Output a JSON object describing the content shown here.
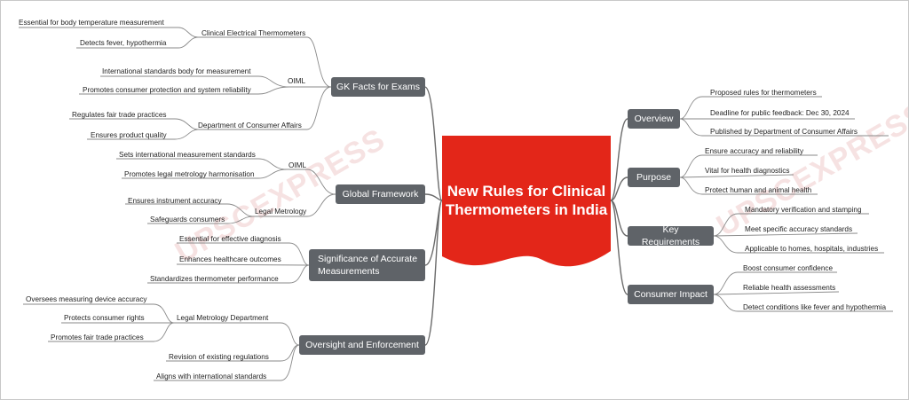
{
  "root": {
    "title": "New Rules for Clinical Thermometers in India",
    "fill": "#e32619"
  },
  "watermark": "UPSCEXPRESS",
  "branch_color": "#5f6368",
  "line_color": "#6b6b6b",
  "left": {
    "gk": {
      "label": "GK Facts for Exams",
      "sub1": {
        "label": "Clinical Electrical Thermometers",
        "leaves": [
          "Essential for body temperature measurement",
          "Detects fever, hypothermia"
        ]
      },
      "sub2": {
        "label": "OIML",
        "leaves": [
          "International standards body for measurement",
          "Promotes consumer protection and system reliability"
        ]
      },
      "sub3": {
        "label": "Department of Consumer Affairs",
        "leaves": [
          "Regulates fair trade practices",
          "Ensures product quality"
        ]
      }
    },
    "global": {
      "label": "Global Framework",
      "sub1": {
        "label": "OIML",
        "leaves": [
          "Sets international measurement standards",
          "Promotes legal metrology harmonisation"
        ]
      },
      "sub2": {
        "label": "Legal Metrology",
        "leaves": [
          "Ensures instrument accuracy",
          "Safeguards consumers"
        ]
      }
    },
    "significance": {
      "label": "Significance of Accurate Measurements",
      "leaves": [
        "Essential for effective diagnosis",
        "Enhances healthcare outcomes",
        "Standardizes thermometer performance"
      ]
    },
    "oversight": {
      "label": "Oversight and Enforcement",
      "sub1": {
        "label": "Legal Metrology Department",
        "leaves": [
          "Oversees measuring device accuracy",
          "Protects consumer rights",
          "Promotes fair trade practices"
        ]
      },
      "leaves": [
        "Revision of existing regulations",
        "Aligns with international standards"
      ]
    }
  },
  "right": {
    "overview": {
      "label": "Overview",
      "leaves": [
        "Proposed rules for thermometers",
        "Deadline for public feedback: Dec 30, 2024",
        "Published by Department of Consumer Affairs"
      ]
    },
    "purpose": {
      "label": "Purpose",
      "leaves": [
        "Ensure accuracy and reliability",
        "Vital for health diagnostics",
        "Protect human and animal health"
      ]
    },
    "requirements": {
      "label": "Key Requirements",
      "leaves": [
        "Mandatory verification and stamping",
        "Meet specific accuracy standards",
        "Applicable to homes, hospitals, industries"
      ]
    },
    "impact": {
      "label": "Consumer Impact",
      "leaves": [
        "Boost consumer confidence",
        "Reliable health assessments",
        "Detect conditions like fever and hypothermia"
      ]
    }
  }
}
